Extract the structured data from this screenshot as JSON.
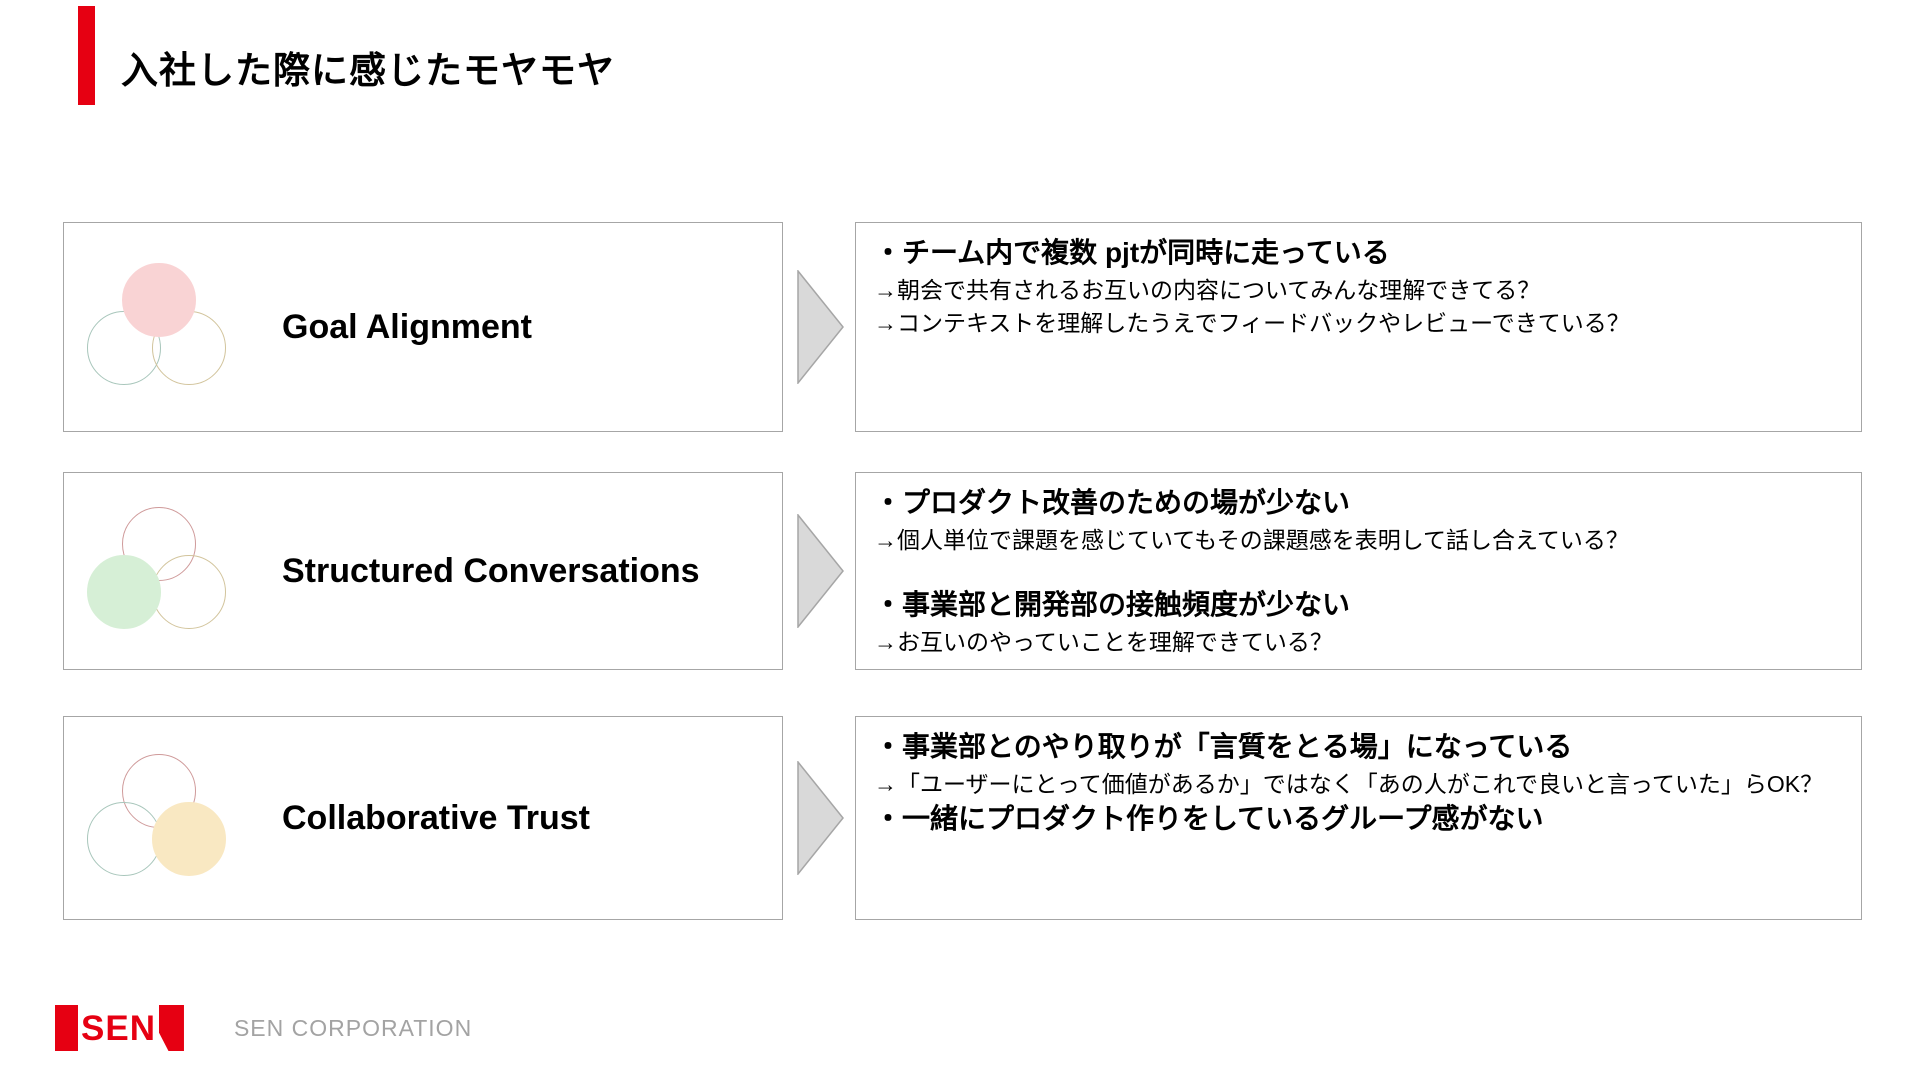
{
  "slide": {
    "title": "入社した際に感じたモヤモヤ"
  },
  "rows": [
    {
      "label": "Goal Alignment",
      "venn_icon": "three-circles-top-filled",
      "points": [
        {
          "heading": "・チーム内で複数 pjtが同時に走っている",
          "details": [
            "→朝会で共有されるお互いの内容についてみんな理解できてる？",
            "→コンテキストを理解したうえでフィードバックやレビューできている？"
          ]
        }
      ]
    },
    {
      "label": "Structured Conversations",
      "venn_icon": "three-circles-bottom-left-filled",
      "points": [
        {
          "heading": "・プロダクト改善のための場が少ない",
          "details": [
            "→個人単位で課題を感じていてもその課題感を表明して話し合えている？"
          ]
        },
        {
          "heading": "・事業部と開発部の接触頻度が少ない",
          "details": [
            "→お互いのやっていことを理解できている？"
          ]
        }
      ]
    },
    {
      "label": "Collaborative Trust",
      "venn_icon": "three-circles-bottom-right-filled",
      "points": [
        {
          "heading": "・事業部とのやり取りが「言質をとる場」になっている",
          "details": [
            "→「ユーザーにとって価値があるか」ではなく「あの人がこれで良いと言っていた」らOK？"
          ]
        },
        {
          "heading": "・一緒にプロダクト作りをしているグループ感がない",
          "details": []
        }
      ]
    }
  ],
  "footer": {
    "logo_text": "SEN",
    "company": "SEN CORPORATION"
  },
  "colors": {
    "accent": "#e60012",
    "box-border": "#a6a6a6",
    "arrow-fill": "#d9d9d9",
    "arrow-stroke": "#a6a6a6",
    "venn-pink-fill": "#f9d3d4",
    "venn-green-fill": "#d6efd6",
    "venn-yellow-fill": "#f9e8c2",
    "venn-pink-line": "#cf9a9a",
    "venn-teal-line": "#a8c6bb",
    "venn-tan-line": "#d2c49c"
  }
}
